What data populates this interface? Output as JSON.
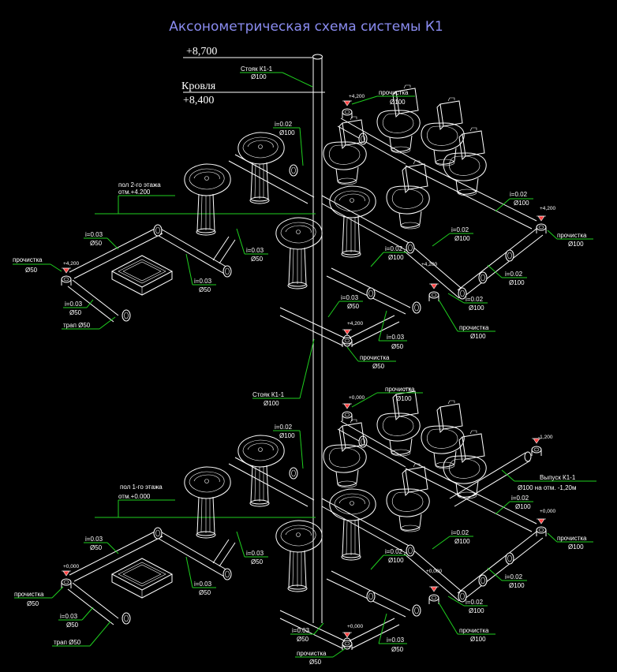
{
  "title": "Аксонометрическая схема системы К1",
  "top": {
    "elev_87": "+8,700",
    "roof_label": "Кровля",
    "elev_84": "+8,400",
    "stack_label": "Стояк К1-1",
    "stack_dia": "Ø100",
    "floor_label": "пол 2-го этажа",
    "floor_elev": "отм.+4.200",
    "i002_a": "i=0.02",
    "d100_a": "Ø100",
    "i002_b": "i=0.02",
    "d100_b": "Ø100",
    "i002_c": "i=0.02",
    "d100_c": "Ø100",
    "i002_d": "i=0.02",
    "d100_d": "Ø100",
    "i002_e": "i=0.02",
    "d100_e": "Ø100",
    "i002_f": "i=0.02",
    "d100_f": "Ø100",
    "i003_a": "i=0.03",
    "d50_a": "Ø50",
    "i003_b": "i=0.03",
    "d50_b": "Ø50",
    "i003_c": "i=0.03",
    "d50_c": "Ø50",
    "i003_d": "i=0.03",
    "d50_d": "Ø50",
    "i003_e": "i=0.03",
    "d50_e": "Ø50",
    "i003_f": "i=0.03",
    "d50_f": "Ø50",
    "cleanout_top": "прочистка",
    "cleanout_top_dia": "Ø100",
    "cleanout_top_elev": "+4,200",
    "cleanout_right": "прочистка",
    "cleanout_right_dia": "Ø100",
    "cleanout_right_elev": "+4,200",
    "cleanout_mid": "прочистка",
    "cleanout_mid_dia": "Ø100",
    "cleanout_mid_elev": "+4,200",
    "cleanout_bottom": "прочистка",
    "cleanout_bottom_dia": "Ø50",
    "cleanout_bottom_elev": "+4,200",
    "cleanout_left": "прочистка",
    "cleanout_left_dia": "Ø50",
    "cleanout_left_elev": "+4,200",
    "trap": "трап Ø50"
  },
  "bottom": {
    "stack_label": "Стояк К1-1",
    "stack_dia": "Ø100",
    "floor_label": "пол 1-го этажа",
    "floor_elev": "отм.+0.000",
    "outlet_label": "Выпуск К1-1",
    "outlet_dia": "Ø100 на отм. -1,20м",
    "outlet_elev": "-1,200",
    "i002_a": "i=0.02",
    "d100_a": "Ø100",
    "i002_b": "i=0.02",
    "d100_b": "Ø100",
    "i002_c": "i=0.02",
    "d100_c": "Ø100",
    "i002_d": "i=0.02",
    "d100_d": "Ø100",
    "i002_e": "i=0.02",
    "d100_e": "Ø100",
    "i002_f": "i=0.02",
    "d100_f": "Ø100",
    "i003_a": "i=0.03",
    "d50_a": "Ø50",
    "i003_b": "i=0.03",
    "d50_b": "Ø50",
    "i003_c": "i=0.03",
    "d50_c": "Ø50",
    "i003_d": "i=0.03",
    "d50_d": "Ø50",
    "i003_e": "i=0.03",
    "d50_e": "Ø50",
    "i003_f": "i=0.03",
    "d50_f": "Ø50",
    "cleanout_top": "прочистка",
    "cleanout_top_dia": "Ø100",
    "cleanout_top_elev": "+0,000",
    "cleanout_right": "прочистка",
    "cleanout_right_dia": "Ø100",
    "cleanout_right_elev": "+0,000",
    "cleanout_mid": "прочистка",
    "cleanout_mid_dia": "Ø100",
    "cleanout_mid_elev": "+0,000",
    "cleanout_bottom": "прочистка",
    "cleanout_bottom_dia": "Ø50",
    "cleanout_bottom_elev": "+0,000",
    "cleanout_left": "прочистка",
    "cleanout_left_dia": "Ø50",
    "cleanout_left_elev": "+0,000",
    "trap": "трап Ø50"
  }
}
